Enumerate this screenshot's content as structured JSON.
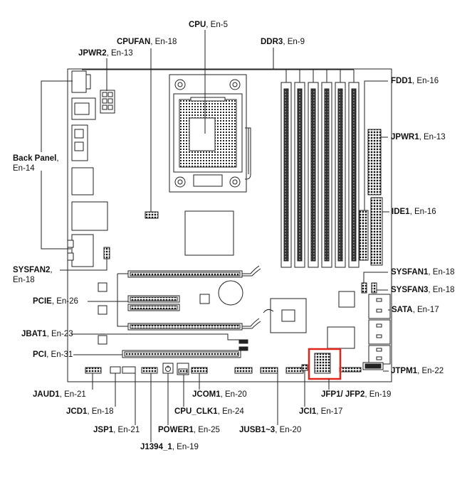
{
  "labels": {
    "cpu": {
      "name": "CPU",
      "page": ", En-5"
    },
    "cpufan": {
      "name": "CPUFAN",
      "page": ", En-18"
    },
    "ddr3": {
      "name": "DDR3",
      "page": ", En-9"
    },
    "jpwr2": {
      "name": "JPWR2",
      "page": ", En-13"
    },
    "fdd1": {
      "name": "FDD1",
      "page": ", En-16"
    },
    "jpwr1": {
      "name": "JPWR1",
      "page": ", En-13"
    },
    "back_panel": {
      "name": "Back Panel",
      "page": ",",
      "page2": "En-14"
    },
    "ide1": {
      "name": "IDE1",
      "page": ", En-16"
    },
    "sysfan2": {
      "name": "SYSFAN2",
      "page": ",",
      "page2": "En-18"
    },
    "sysfan1": {
      "name": "SYSFAN1",
      "page": ", En-18"
    },
    "sysfan3": {
      "name": "SYSFAN3",
      "page": ", En-18"
    },
    "pcie": {
      "name": "PCIE",
      "page": ", En-26"
    },
    "sata": {
      "name": "SATA",
      "page": ", En-17"
    },
    "jbat1": {
      "name": "JBAT1",
      "page": ", En-23"
    },
    "pci": {
      "name": "PCI",
      "page": ", En-31"
    },
    "jtpm1": {
      "name": "JTPM1",
      "page": ", En-22"
    },
    "jaud1": {
      "name": "JAUD1",
      "page": ", En-21"
    },
    "jfp": {
      "name": "JFP1/ JFP2",
      "page": ", En-19"
    },
    "jcd1": {
      "name": "JCD1",
      "page": ", En-18"
    },
    "jcom1": {
      "name": "JCOM1",
      "page": ", En-20"
    },
    "jci1": {
      "name": "JCI1",
      "page": ", En-17"
    },
    "jsp1": {
      "name": "JSP1",
      "page": ", En-21"
    },
    "cpu_clk1": {
      "name": "CPU_CLK1",
      "page": ", En-24"
    },
    "power1": {
      "name": "POWER1",
      "page": ", En-25"
    },
    "jusb": {
      "name": "JUSB1~3",
      "page": ", En-20"
    },
    "j1394": {
      "name": "J1394_1",
      "page": ", En-19"
    }
  },
  "colors": {
    "board": "#222222",
    "highlight": "#e0241b"
  },
  "icons": {
    "power_button": "power-icon"
  }
}
